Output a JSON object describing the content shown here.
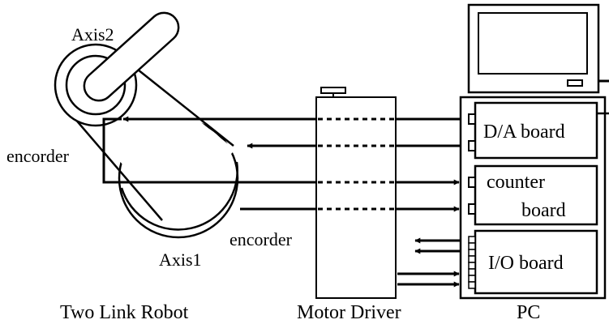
{
  "robot": {
    "axis2_label": "Axis2",
    "axis1_label": "Axis1",
    "encoder_left_label": "encorder",
    "encoder_right_label": "encorder",
    "caption": "Two Link Robot"
  },
  "motor_driver": {
    "caption": "Motor Driver"
  },
  "pc": {
    "caption": "PC",
    "da_board_label": "D/A board",
    "counter_board_line1": "counter",
    "counter_board_line2": "board",
    "io_board_label": "I/O board"
  }
}
